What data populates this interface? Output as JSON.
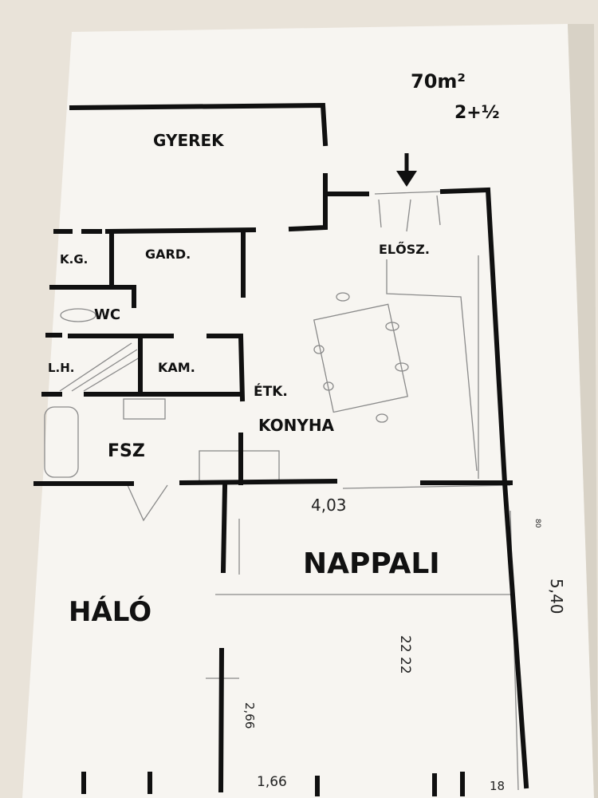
{
  "plan": {
    "area": "70m²",
    "rooms_count": "2+½",
    "rooms": {
      "gyerek": "GYEREK",
      "kg": "K.G.",
      "gard": "GARD.",
      "elosz": "ELŐSZ.",
      "wc": "WC",
      "lh": "L.H.",
      "kam": "KAM.",
      "etk": "ÉTK.",
      "konyha": "KONYHA",
      "fsz": "FSZ",
      "nappali": "NAPPALI",
      "halo": "HÁLÓ"
    },
    "measurements": {
      "m_4103": "4,03",
      "m_540": "5,40",
      "m_2222": "22 22",
      "m_266": "2,66",
      "m_166": "1,66",
      "m_80": "80",
      "m_18": "18"
    }
  },
  "colors": {
    "paper": "#f7f5f1",
    "ink": "#101010",
    "pencil": "#8a8a8a",
    "background": "#e9e3d9"
  }
}
